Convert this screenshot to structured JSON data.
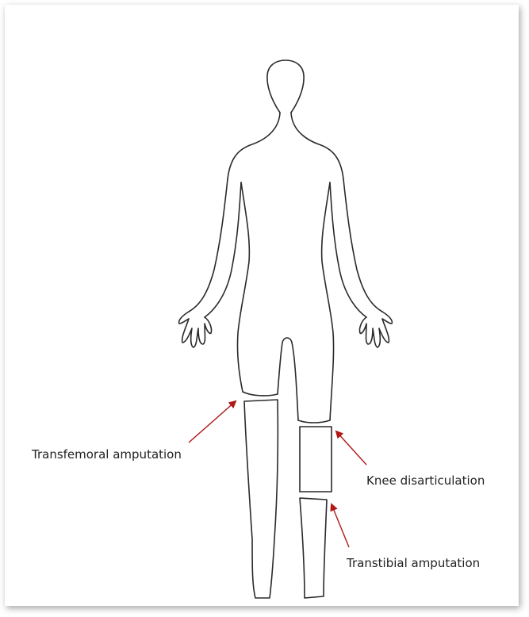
{
  "labels": {
    "transfemoral": "Transfemoral amputation",
    "knee": "Knee disarticulation",
    "transtibial": "Transtibial amputation"
  },
  "colors": {
    "outline": "#2a2a2a",
    "arrow": "#b01717",
    "text": "#222222"
  },
  "icons": [
    "body-outline-icon",
    "arrow-icon"
  ]
}
